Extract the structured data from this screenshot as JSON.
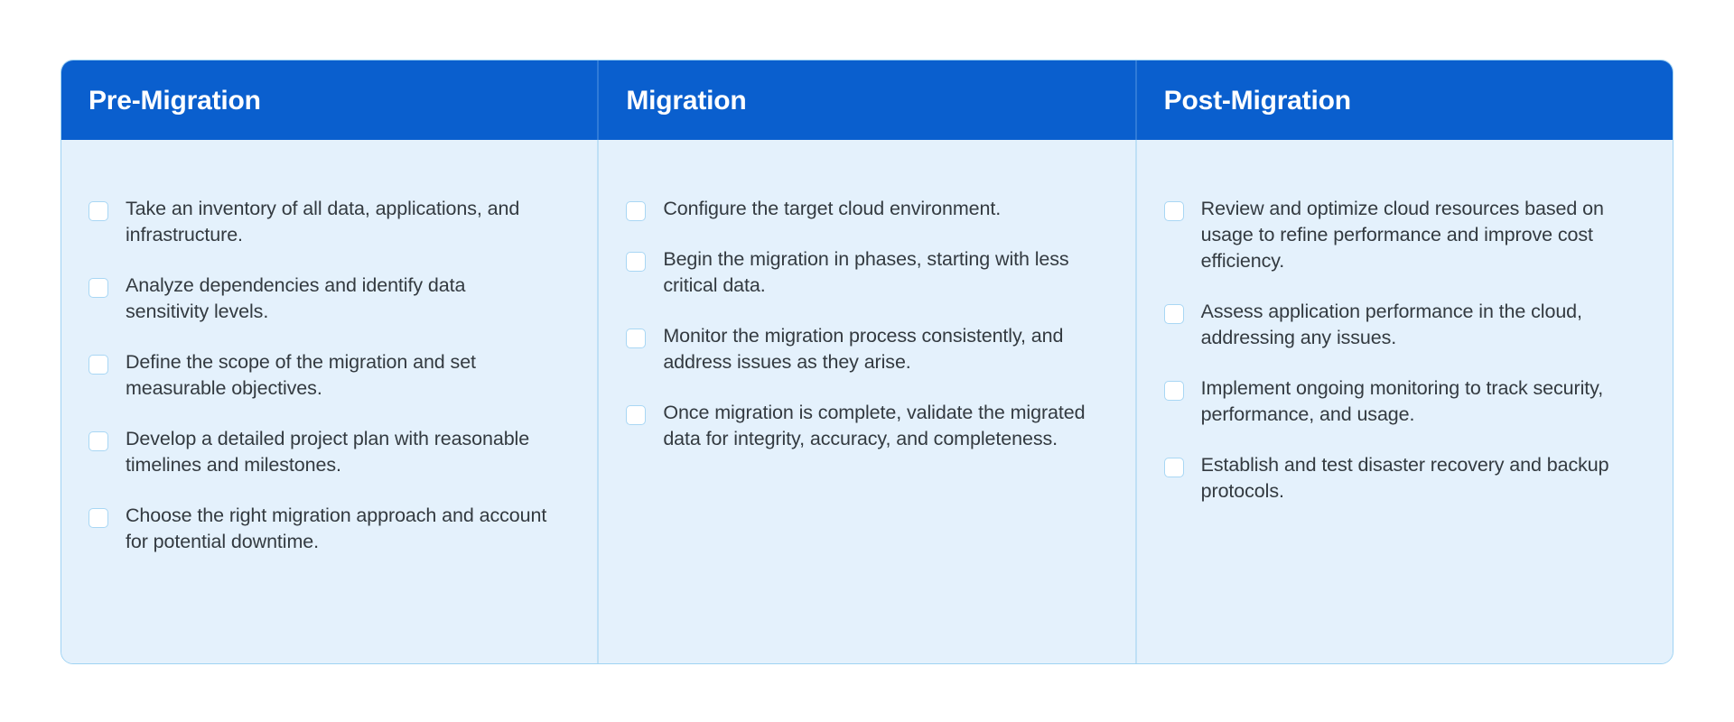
{
  "theme": {
    "page_background": "#ffffff",
    "card_background": "#e4f1fc",
    "card_border": "#9fd3f3",
    "header_background": "#0a5fce",
    "header_text": "#ffffff",
    "header_divider": "#2f7ad8",
    "body_divider": "#bfe0f6",
    "checkbox_fill": "#ffffff",
    "checkbox_border": "#a9d7f4",
    "body_text": "#333a40"
  },
  "checklist": {
    "columns": [
      {
        "header": "Pre-Migration",
        "items": [
          {
            "label": "Take an inventory of all data, applications, and infrastructure.",
            "checked": false
          },
          {
            "label": "Analyze dependencies and identify data sensitivity levels.",
            "checked": false
          },
          {
            "label": "Define the scope of the migration and set measurable objectives.",
            "checked": false
          },
          {
            "label": "Develop a detailed project plan with reasonable timelines and milestones.",
            "checked": false
          },
          {
            "label": "Choose the right migration approach and account for potential downtime.",
            "checked": false
          }
        ]
      },
      {
        "header": "Migration",
        "items": [
          {
            "label": "Configure the target cloud environment.",
            "checked": false
          },
          {
            "label": "Begin the migration in phases, starting with less critical data.",
            "checked": false
          },
          {
            "label": "Monitor the migration process consistently, and address issues as they arise.",
            "checked": false
          },
          {
            "label": "Once migration is complete, validate the migrated data for integrity, accuracy, and completeness.",
            "checked": false
          }
        ]
      },
      {
        "header": "Post-Migration",
        "items": [
          {
            "label": "Review and optimize cloud resources based on usage to refine performance and improve cost efficiency.",
            "checked": false
          },
          {
            "label": "Assess application performance in the cloud, addressing any issues.",
            "checked": false
          },
          {
            "label": "Implement ongoing monitoring to track security, performance, and usage.",
            "checked": false
          },
          {
            "label": "Establish and test disaster recovery and backup protocols.",
            "checked": false
          }
        ]
      }
    ]
  }
}
